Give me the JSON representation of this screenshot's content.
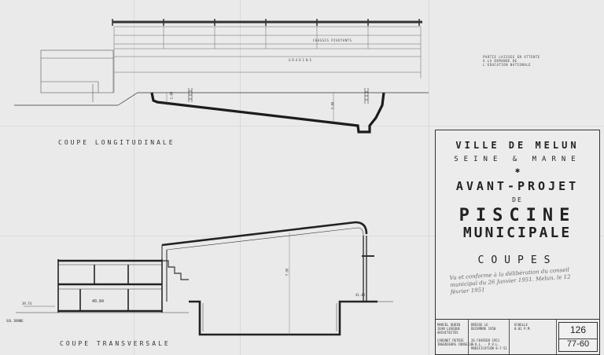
{
  "sheet": {
    "long_section": {
      "caption": "COUPE LONGITUDINALE",
      "roof_label": "CHASSIS PIVOTANTS",
      "gallery_label": "GRADINS",
      "note_lines": [
        "PARTIE LAISSEE EN ATTENTE",
        "A LA DEMANDE DE",
        "L'EDUCATION NATIONALE"
      ],
      "dim_shallow": "1.80",
      "dim_deep": "3.80"
    },
    "cross_section": {
      "caption": "COUPE TRANSVERSALE",
      "room_label": "40.84",
      "height_label": "7.00",
      "level_left": "39.74",
      "ground_label": "SOL DONNE",
      "level_right": "41.44"
    },
    "title_block": {
      "city": "VILLE DE MELUN",
      "department": "SEINE & MARNE",
      "star": "✱",
      "project_type": "AVANT-PROJET",
      "de": "DE",
      "word1": "PISCINE",
      "word2": "MUNICIPALE",
      "sheet_title": "COUPES",
      "approval_note": "Vu et conforme à la délibération du conseil municipal du 26 Janvier 1951. Melun, le 12 février 1951",
      "architect_lines": [
        "MARCEL OUDIN",
        "JEAN LEVEQUE",
        "ARCHITECTES"
      ],
      "office_lines": [
        "CABINET PETRIE",
        "INGENIEURS CONSEILS"
      ],
      "date_lines": [
        "DRESSE LE",
        "DECEMBRE 1950"
      ],
      "scale_lines": [
        "ECHELLE",
        "0.01 P.M."
      ],
      "stamp_lines": [
        "26 FEVRIER 1951",
        "P.O.L. - P.V.L.",
        "MODIFICATION 8-7-51"
      ],
      "plate_number": "126",
      "plate_ref": "77-60"
    }
  }
}
